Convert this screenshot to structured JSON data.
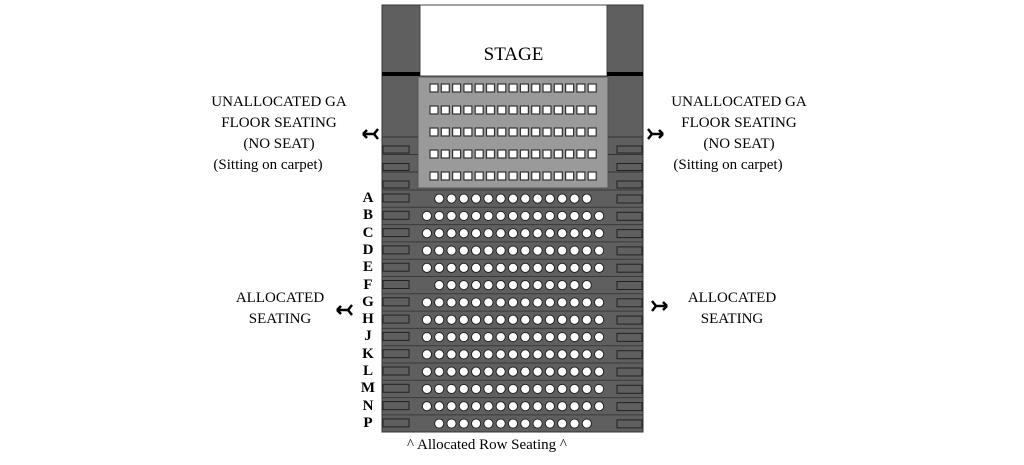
{
  "stage_label": "STAGE",
  "left_labels": {
    "floor": [
      "UNALLOCATED GA",
      "FLOOR SEATING",
      "(NO SEAT)",
      "(Sitting on carpet)"
    ],
    "allocated": [
      "ALLOCATED",
      "SEATING"
    ]
  },
  "right_labels": {
    "floor": [
      "UNALLOCATED GA",
      "FLOOR SEATING",
      "(NO SEAT)",
      "(Sitting on carpet)"
    ],
    "allocated": [
      "ALLOCATED",
      "SEATING"
    ]
  },
  "caption": "^ Allocated Row Seating ^",
  "floor_section": {
    "rows": 5,
    "seats_per_row": 15
  },
  "seat_rows": [
    {
      "label": "A",
      "seats": 13
    },
    {
      "label": "B",
      "seats": 15
    },
    {
      "label": "C",
      "seats": 15
    },
    {
      "label": "D",
      "seats": 15
    },
    {
      "label": "E",
      "seats": 15
    },
    {
      "label": "F",
      "seats": 13
    },
    {
      "label": "G",
      "seats": 15
    },
    {
      "label": "H",
      "seats": 15
    },
    {
      "label": "J",
      "seats": 15
    },
    {
      "label": "K",
      "seats": 15
    },
    {
      "label": "L",
      "seats": 15
    },
    {
      "label": "M",
      "seats": 15
    },
    {
      "label": "N",
      "seats": 15
    },
    {
      "label": "P",
      "seats": 13
    }
  ],
  "colors": {
    "seating_block": "#5f5f5f",
    "floor_area": "#9a9a9a",
    "stage": "#ffffff",
    "seat": "#ffffff"
  }
}
